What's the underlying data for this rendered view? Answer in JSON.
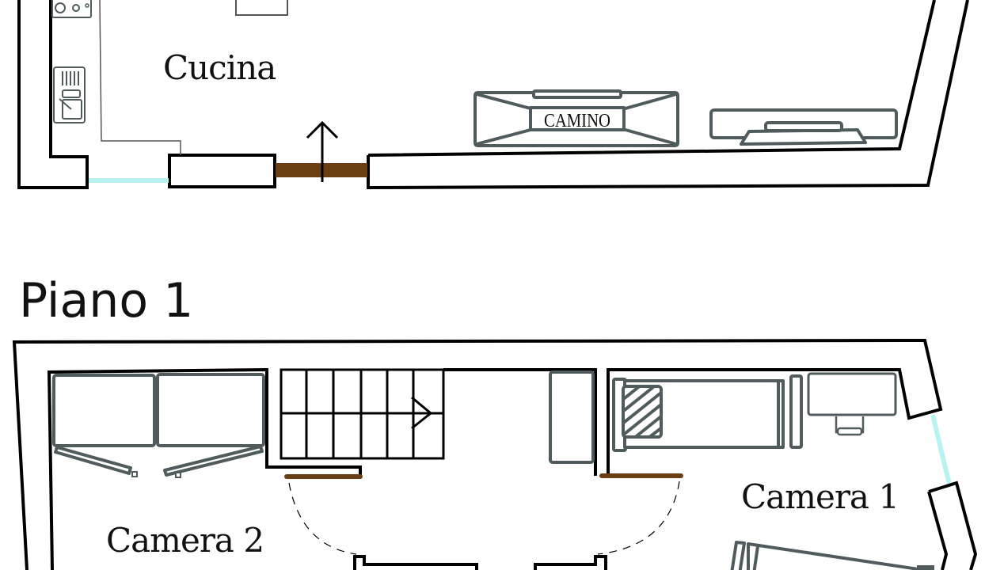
{
  "plan": {
    "ground_floor": {
      "rooms": [
        {
          "id": "cucina",
          "label": "Cucina"
        }
      ],
      "fixtures": {
        "fireplace_label": "CAMINO"
      }
    },
    "first_floor": {
      "title": "Piano 1",
      "rooms": [
        {
          "id": "camera-1",
          "label": "Camera 1"
        },
        {
          "id": "camera-2",
          "label": "Camera 2"
        }
      ]
    },
    "colors": {
      "wall": "#000000",
      "furniture": "#4f5b5d",
      "door": "#6b3f14",
      "window": "#b9f3f1"
    }
  }
}
